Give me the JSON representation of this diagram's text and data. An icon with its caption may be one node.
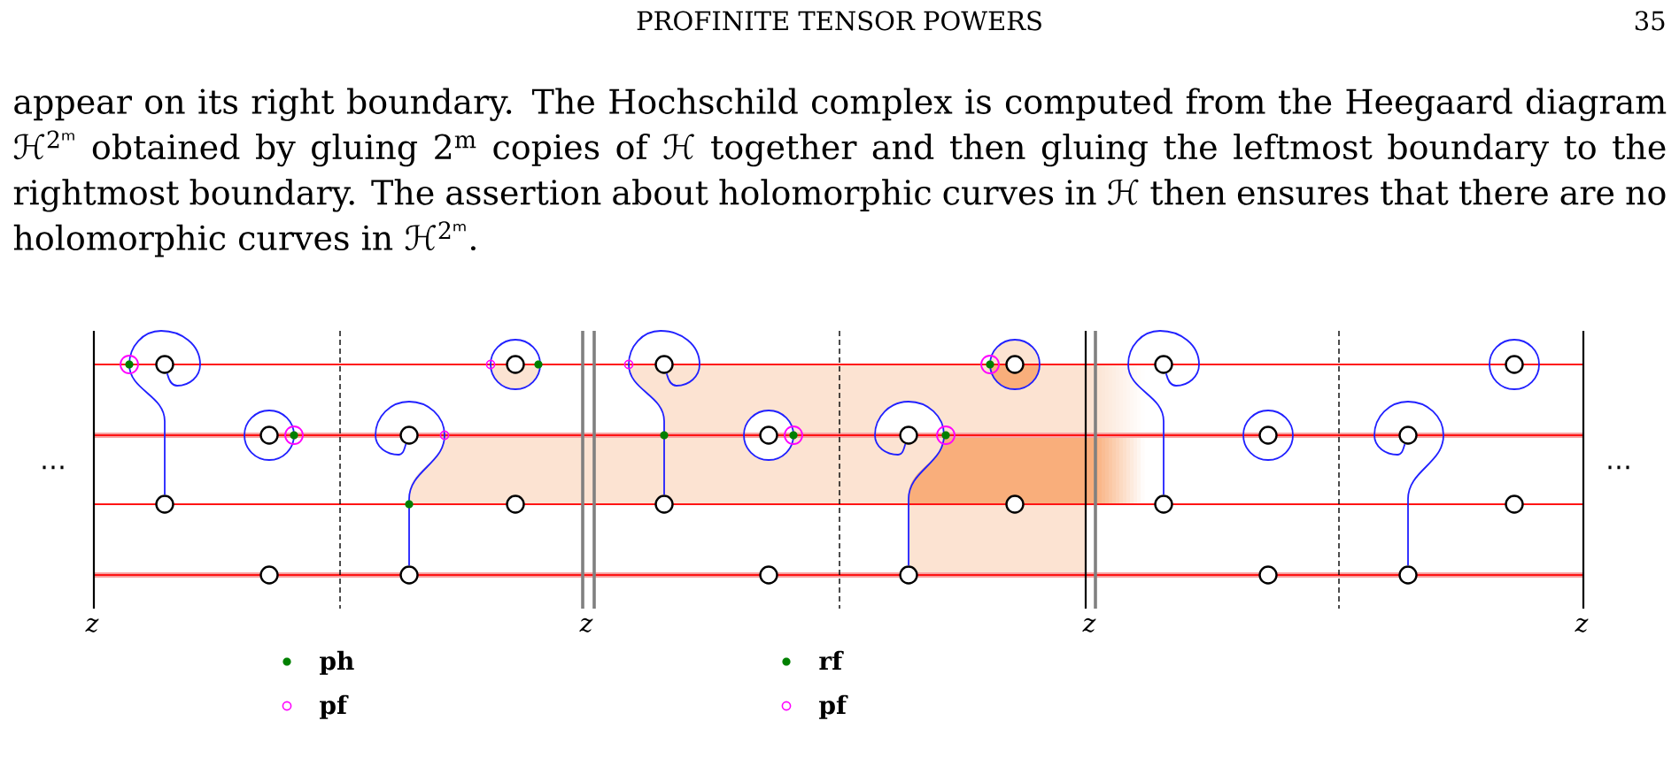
{
  "diagram": {
    "nodes": [
      {
        "text": [],
        "shape": "circle"
      },
      {
        "text": [],
        "shape": "circle"
      },
      {
        "text": [],
        "shape": "circle"
      },
      {
        "text": [],
        "shape": "circle"
      },
      {
        "text": [],
        "shape": "circle"
      },
      {
        "text": [],
        "shape": "circle"
      },
      {
        "text": [],
        "shape": "circle"
      },
      {
        "text": [],
        "shape": "circle"
      },
      {
        "text": [],
        "shape": "circle"
      },
      {
        "text": [],
        "shape": "circle"
      },
      {
        "text": [],
        "shape": "circle"
      },
      {
        "text": [],
        "shape": "circle"
      },
      {
        "text": [],
        "shape": "circle"
      },
      {
        "text": [],
        "shape": "circle"
      },
      {
        "text": [],
        "shape": "circle"
      },
      {
        "text": [],
        "shape": "circle"
      },
      {
        "text": [],
        "shape": "circle"
      },
      {
        "text": [],
        "shape": "circle"
      },
      {
        "text": [],
        "shape": "circle"
      },
      {
        "text": [],
        "shape": "circle"
      },
      {
        "text": [],
        "shape": "circle"
      },
      {
        "text": [],
        "shape": "circle"
      },
      {
        "text": [],
        "shape": "circle"
      },
      {
        "text": [],
        "shape": "circle"
      }
    ],
    "edges": [
      {
        "from": 0,
        "to": 4,
        "arrow": "none"
      },
      {
        "from": 3,
        "to": 7,
        "arrow": "none"
      },
      {
        "from": 8,
        "to": 12,
        "arrow": "none"
      },
      {
        "from": 11,
        "to": 15,
        "arrow": "none"
      },
      {
        "from": 16,
        "to": 20,
        "arrow": "none"
      },
      {
        "from": 19,
        "to": 23,
        "arrow": "none"
      }
    ],
    "labels": [
      "PROFINITE TENSOR POWERS",
      "35",
      "appear on its right boundary. The Hochschild complex is computed from the Heegaard diagram ℋ$^{2ᵐ}$ obtained by gluing 2$^{m}$ copies of ℋ together and then gluing the leftmost boundary to the rightmost boundary. The assertion about holomorphic curves in ℋ then ensures that there are no holomorphic curves in ℋ$^{2ᵐ}$.",
      "⋯",
      "⋯",
      "z",
      "z",
      "z",
      "z"
    ],
    "legend": [
      {
        "text": "ph",
        "color": "#008000"
      },
      {
        "text": "pf",
        "color": "#ff00ff"
      },
      {
        "text": "rf",
        "color": "#008000"
      },
      {
        "text": "pf",
        "color": "#ff00ff"
      }
    ]
  }
}
